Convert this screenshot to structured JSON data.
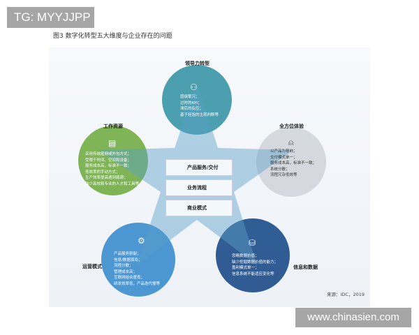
{
  "tag": "TG: MYYJJPP",
  "title": "图3 数字化转型五大维度与企业存在的问题",
  "dimensions": [
    {
      "name": "领导力转型",
      "icon": "people-icon",
      "color": "#2e8fa0",
      "items": [
        "层级繁冗；",
        "过时的KPI；",
        "滞后的反应；",
        "基于经验的主观判断等"
      ]
    },
    {
      "name": "工作资源",
      "icon": "document-icon",
      "color": "#6aa83a",
      "items": [
        "采用传统雇佣或外包方式；",
        "受限于时间、空间和设备；",
        "服务成本高，标准不一致；",
        "低效率的手动方式；",
        "生产效率提高遇到瓶颈；",
        "缺少高效和专业的人才和工具等"
      ]
    },
    {
      "name": "全方位体验",
      "icon": "user-icon",
      "color": "#d2d6dc",
      "items": [
        "以产品为导向；",
        "交付模式单一；",
        "服务成本高，标准不一致；",
        "系统分散；",
        "流程冗杂低效等"
      ]
    },
    {
      "name": "运营模式",
      "icon": "gear-icon",
      "color": "#3a8ccc",
      "items": [
        "产品服务割裂；",
        "信息/数据孤岛；",
        "流程分散；",
        "管理成本高；",
        "互联网结合度低；",
        "研发效率低，产品迭代慢等"
      ]
    },
    {
      "name": "信息和数据",
      "icon": "database-icon",
      "color": "#1f4f8a",
      "items": [
        "忽略数据价值；",
        "缺少挖掘数据价值的能力；",
        "盈利模式单一；",
        "信息系统不能适应变化等"
      ]
    }
  ],
  "center": [
    "产品服务/交付",
    "业务流程",
    "商业模式"
  ],
  "source": "来源：IDC，2019",
  "watermark": "www.chinasien.com"
}
